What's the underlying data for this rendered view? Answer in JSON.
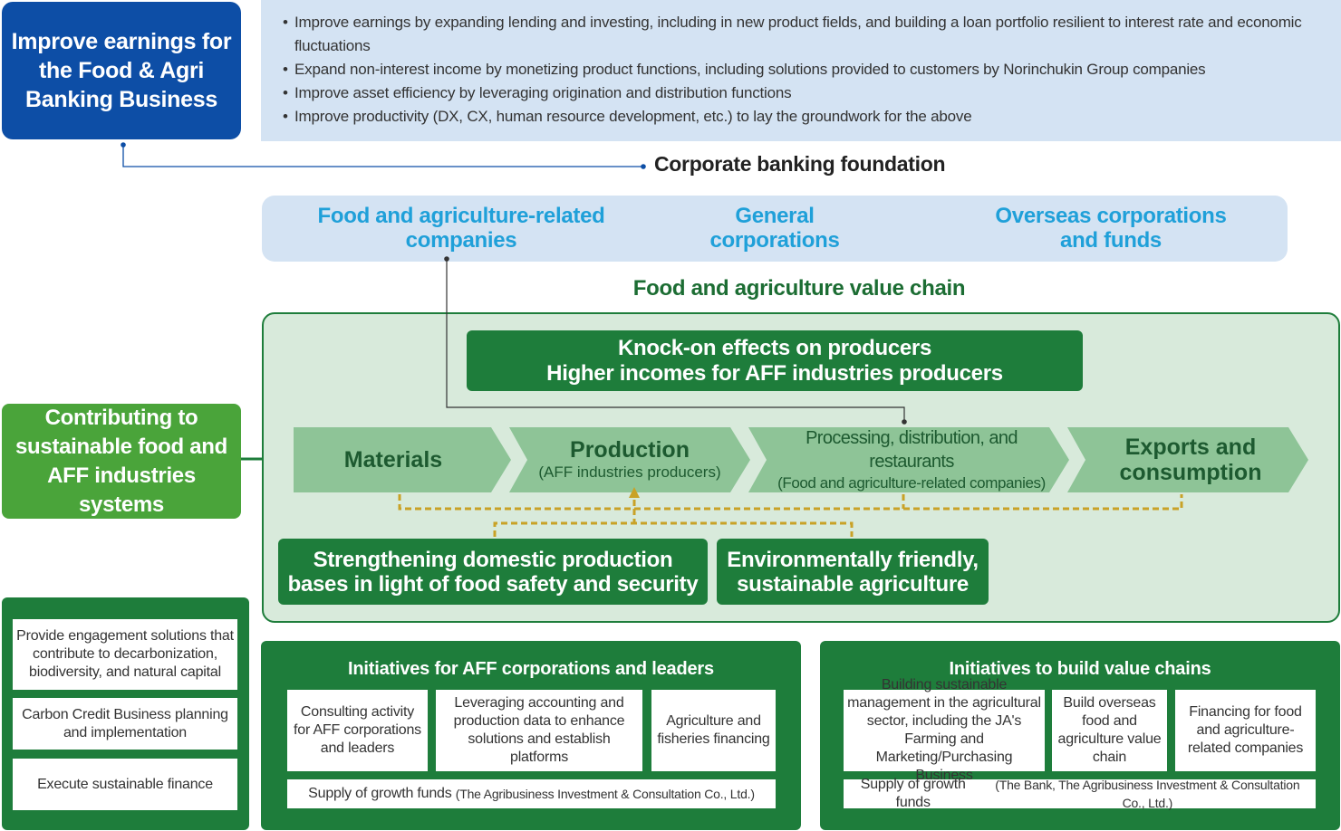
{
  "earnings": {
    "title": "Improve earnings for the Food & Agri Banking Business",
    "bullets": [
      "Improve earnings by expanding lending and investing, including in new product fields, and building a loan portfolio resilient to interest rate and economic fluctuations",
      "Expand non-interest income by monetizing product functions, including solutions provided to customers by Norinchukin Group companies",
      "Improve asset efficiency by leveraging origination and distribution functions",
      "Improve productivity (DX, CX, human resource development, etc.) to lay the groundwork for the above"
    ]
  },
  "corporate_foundation": {
    "label": "Corporate banking foundation",
    "items": [
      "Food and agriculture-related companies",
      "General corporations",
      "Overseas corporations and funds"
    ]
  },
  "value_chain": {
    "title": "Food and agriculture value chain",
    "knock_on_line1": "Knock-on effects on producers",
    "knock_on_line2": "Higher incomes for AFF industries producers",
    "steps": [
      {
        "label": "Materials",
        "sub": ""
      },
      {
        "label": "Production",
        "sub": "(AFF industries producers)"
      },
      {
        "label": "Processing, distribution, and restaurants",
        "sub": "(Food and agriculture-related companies)"
      },
      {
        "label": "Exports and consumption",
        "sub": ""
      }
    ],
    "bottom_boxes": [
      "Strengthening domestic production bases in light of food safety and security",
      "Environmentally friendly, sustainable agriculture"
    ]
  },
  "contributing": {
    "title": "Contributing to sustainable food and AFF industries systems"
  },
  "sustainability_panel": {
    "items": [
      "Provide engagement solutions that contribute to decarbonization, biodiversity, and natural capital",
      "Carbon Credit Business planning and implementation",
      "Execute sustainable finance"
    ]
  },
  "aff_initiatives": {
    "title": "Initiatives for AFF corporations and leaders",
    "cells": [
      "Consulting activity for AFF corporations and leaders",
      "Leveraging accounting and production data to enhance solutions and establish platforms",
      "Agriculture and fisheries financing"
    ],
    "supply_main": "Supply of growth funds",
    "supply_note": "(The Agribusiness Investment & Consultation Co., Ltd.)"
  },
  "value_chain_initiatives": {
    "title": "Initiatives to build value chains",
    "cells": [
      "Building sustainable management in the agricultural sector, including the JA's Farming and Marketing/Purchasing Business",
      "Build overseas food and agriculture value chain",
      "Financing for food and agriculture-related companies"
    ],
    "supply_main": "Supply of growth funds",
    "supply_note": "(The Bank, The Agribusiness Investment & Consultation Co., Ltd.)"
  },
  "colors": {
    "blue_dark": "#0d4ea6",
    "blue_light": "#d4e3f3",
    "cyan_text": "#1fa0d9",
    "green_dark": "#1e7d3b",
    "green_mid": "#4aa43a",
    "green_light": "#d8eadb",
    "arrow_green": "#8ec497",
    "dashed_gold": "#c9a227"
  }
}
